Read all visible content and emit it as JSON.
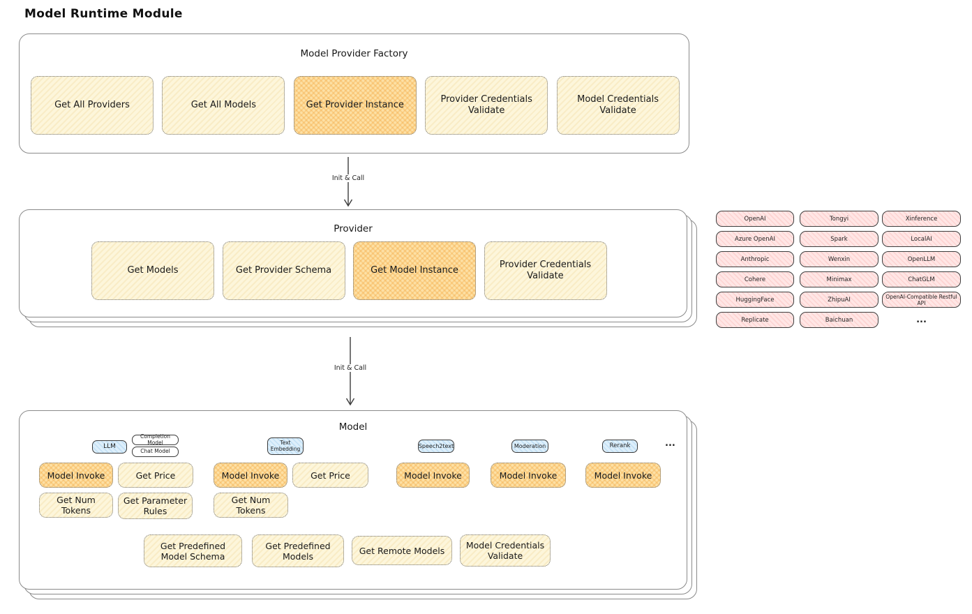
{
  "title": "Model Runtime Module",
  "arrows": {
    "init_call_1": "Init & Call",
    "init_call_2": "Init & Call"
  },
  "colors": {
    "cream_button": "#fdf6db",
    "highlight_button": "#fde1a6",
    "provider_pill": "#ffe6e5",
    "model_type_tag": "#ddeffb",
    "card_border": "#8a8a8a"
  },
  "factory": {
    "title": "Model Provider Factory",
    "buttons": [
      {
        "label": "Get All Providers",
        "highlighted": false
      },
      {
        "label": "Get All Models",
        "highlighted": false
      },
      {
        "label": "Get Provider Instance",
        "highlighted": true
      },
      {
        "label": "Provider Credentials Validate",
        "highlighted": false
      },
      {
        "label": "Model Credentials Validate",
        "highlighted": false
      }
    ]
  },
  "provider": {
    "title": "Provider",
    "buttons": [
      {
        "label": "Get Models",
        "highlighted": false
      },
      {
        "label": "Get Provider Schema",
        "highlighted": false
      },
      {
        "label": "Get Model Instance",
        "highlighted": true
      },
      {
        "label": "Provider Credentials Validate",
        "highlighted": false
      }
    ]
  },
  "provider_list": {
    "col1": [
      "OpenAI",
      "Azure OpenAI",
      "Anthropic",
      "Cohere",
      "HuggingFace",
      "Replicate"
    ],
    "col2": [
      "Tongyi",
      "Spark",
      "Wenxin",
      "Minimax",
      "ZhipuAI",
      "Baichuan"
    ],
    "col3": [
      "Xinference",
      "LocalAI",
      "OpenLLM",
      "ChatGLM",
      "OpenAI-Compatible Restful API"
    ],
    "more": "..."
  },
  "model": {
    "title": "Model",
    "tags": {
      "llm": "LLM",
      "completion": "Completion Model",
      "chat": "Chat Model",
      "text_embedding": "Text Embedding",
      "speech2text": "Speech2text",
      "moderation": "Moderation",
      "rerank": "Rerank",
      "more": "..."
    },
    "row1": [
      "Model Invoke",
      "Get Price",
      "Model Invoke",
      "Get Price",
      "Model Invoke",
      "Model Invoke",
      "Model Invoke"
    ],
    "row2": [
      "Get Num Tokens",
      "Get Parameter Rules",
      "Get Num Tokens"
    ],
    "bottom": [
      "Get Predefined Model Schema",
      "Get Predefined Models",
      "Get Remote Models",
      "Model Credentials Validate"
    ]
  }
}
